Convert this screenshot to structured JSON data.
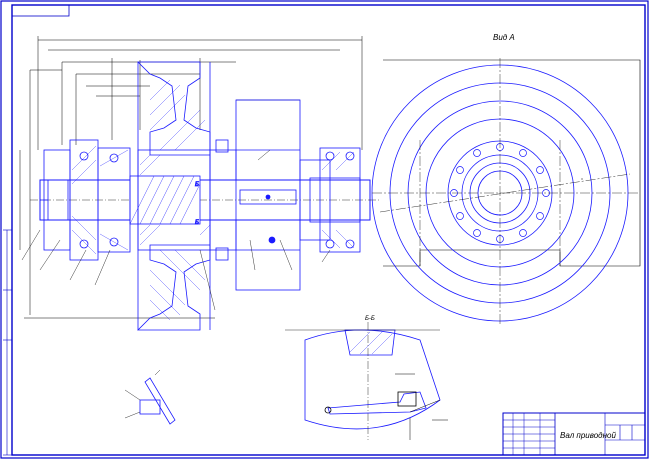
{
  "view_label": "Вид А",
  "section_label": "Б-Б",
  "cut_label_a": "Б",
  "cut_label_b": "Б",
  "title_block": {
    "title": "Вал приводной"
  },
  "colors": {
    "frame": "#0000cc",
    "geometry": "#1a1aff",
    "black": "#000000",
    "background": "#ffffff"
  }
}
